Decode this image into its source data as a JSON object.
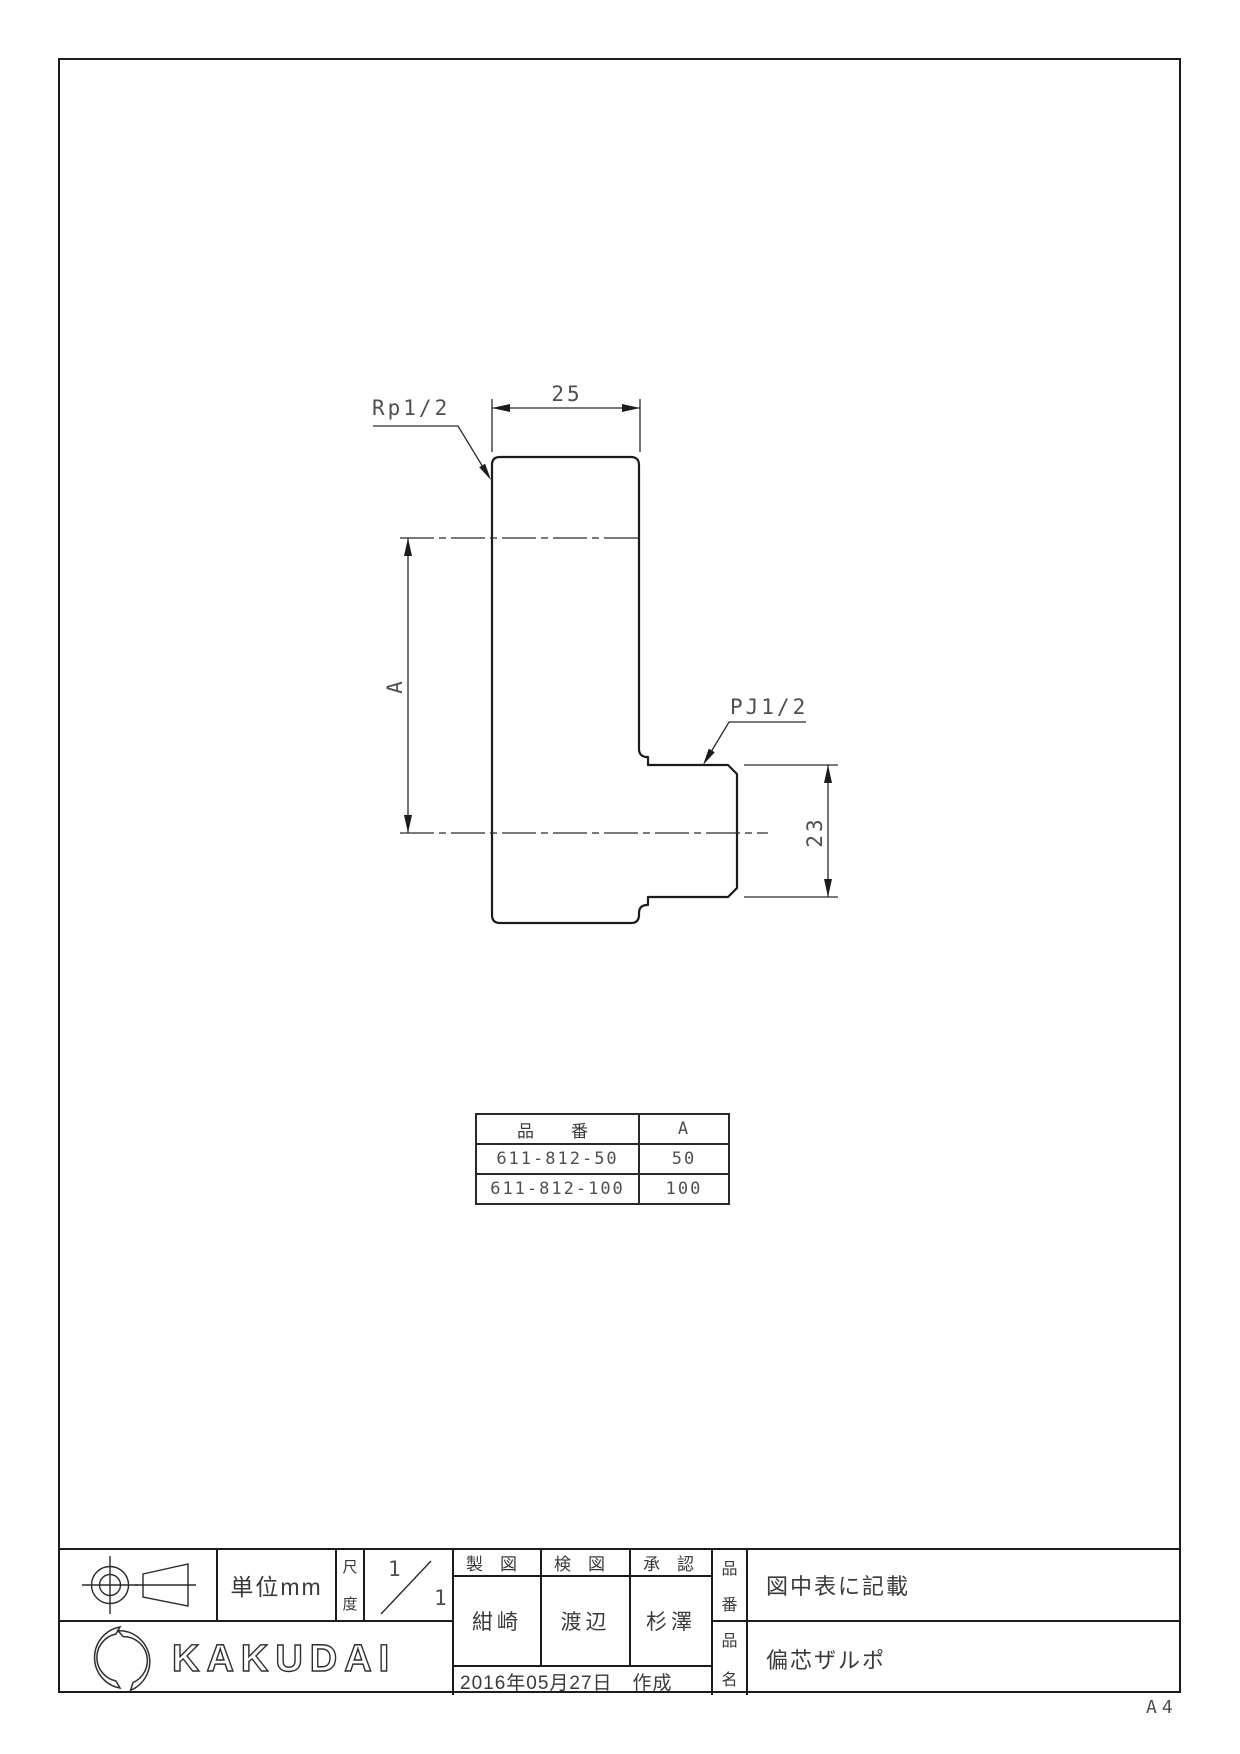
{
  "sheet": {
    "size_label": "A4"
  },
  "drawing": {
    "thread_top_label": "Rp1/2",
    "thread_side_label": "PJ1/2",
    "dim_width": "25",
    "dim_offset": "A",
    "dim_outlet_height": "23"
  },
  "spec_table": {
    "headers": [
      "品　番",
      "A"
    ],
    "rows": [
      {
        "part_no": "611-812-50",
        "a": "50"
      },
      {
        "part_no": "611-812-100",
        "a": "100"
      }
    ]
  },
  "title_block": {
    "unit": "単位mm",
    "scale_label_chars": [
      "尺",
      "度"
    ],
    "scale_numerator": "1",
    "scale_denominator": "1",
    "columns": {
      "drafted": "製　図",
      "checked": "検　図",
      "approved": "承　認"
    },
    "names": {
      "drafted": "紺崎",
      "checked": "渡辺",
      "approved": "杉澤"
    },
    "date_line": "2016年05月27日　作成",
    "part_no_label_chars": [
      "品",
      "番"
    ],
    "part_no_value": "図中表に記載",
    "part_name_label_chars": [
      "品",
      "名"
    ],
    "part_name_value": "偏芯ザルポ",
    "brand": "KAKUDAI"
  }
}
